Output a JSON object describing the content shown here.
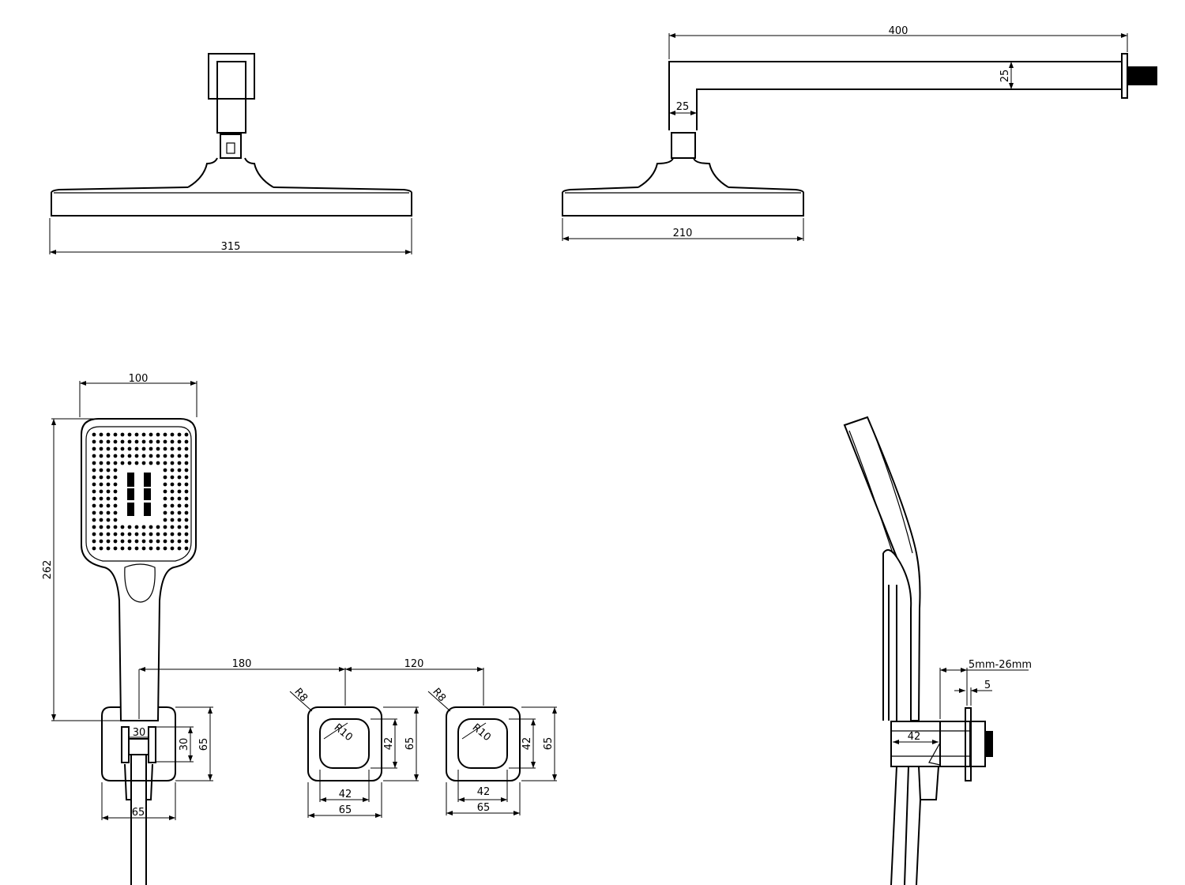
{
  "drawing": {
    "colors": {
      "line": "#000000",
      "background": "#ffffff"
    },
    "rain_head_front": {
      "width_label": "315"
    },
    "rain_head_side": {
      "arm_length_label": "400",
      "arm_height_label": "25",
      "arm_drop_label": "25",
      "head_width_label": "210"
    },
    "hand_shower_front": {
      "width_label": "100",
      "height_label": "262",
      "holder_inner_width_label": "30",
      "holder_inner_height_label": "30",
      "holder_height_label": "65",
      "holder_width_label": "65",
      "spacing_1_label": "180",
      "spacing_2_label": "120"
    },
    "valves": [
      {
        "corner_outer_label": "R8",
        "corner_inner_label": "R10",
        "inner_width_label": "42",
        "outer_width_label": "65",
        "inner_height_label": "42",
        "outer_height_label": "65"
      },
      {
        "corner_outer_label": "R8",
        "corner_inner_label": "R10",
        "inner_width_label": "42",
        "outer_width_label": "65",
        "inner_height_label": "42",
        "outer_height_label": "65"
      }
    ],
    "hand_shower_side": {
      "adjust_range_label": "5mm-26mm",
      "flange_label": "5",
      "elbow_width_label": "42"
    }
  }
}
